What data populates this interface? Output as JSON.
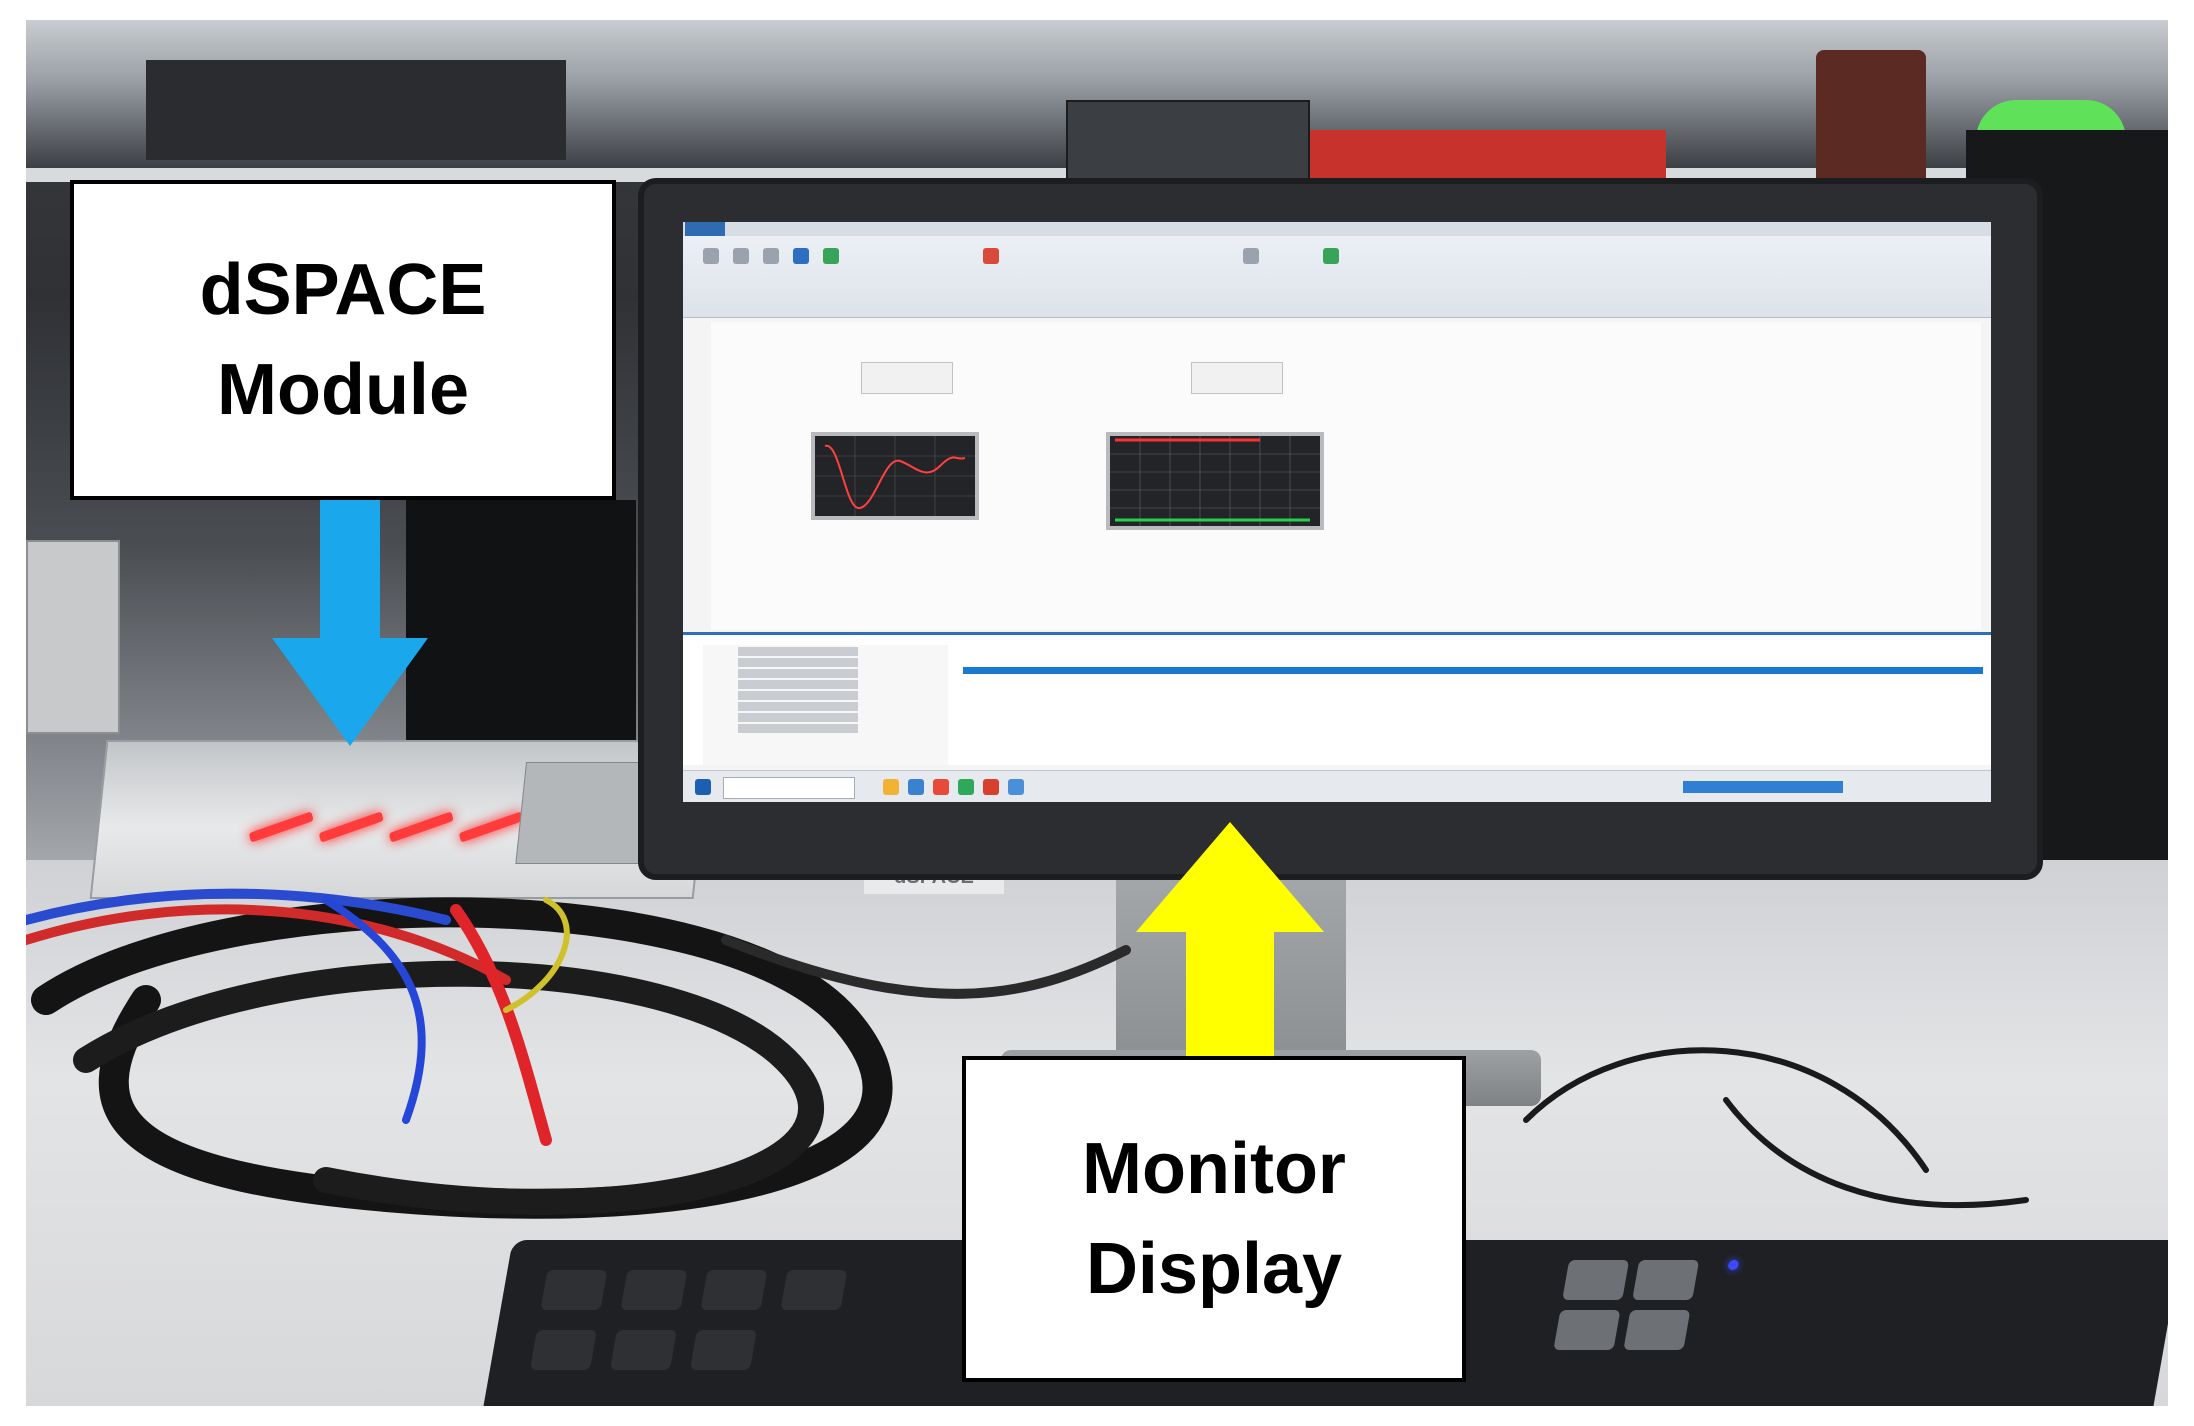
{
  "labels": {
    "dspace_module": {
      "line1": "dSPACE",
      "line2": "Module"
    },
    "monitor_display": {
      "line1": "Monitor",
      "line2": "Display"
    }
  },
  "photo_text": {
    "device_logo": "dSPACE"
  },
  "colors": {
    "arrow_blue": "#1aa7ec",
    "arrow_yellow": "#ffff00",
    "label_border": "#000000",
    "label_text": "#000000",
    "label_background": "#ffffff",
    "plot_trace_left": "#ff4040",
    "plot_trace_right_top": "#ff3030",
    "plot_trace_right_bottom": "#25d04a",
    "led": "#ff3b3b"
  }
}
